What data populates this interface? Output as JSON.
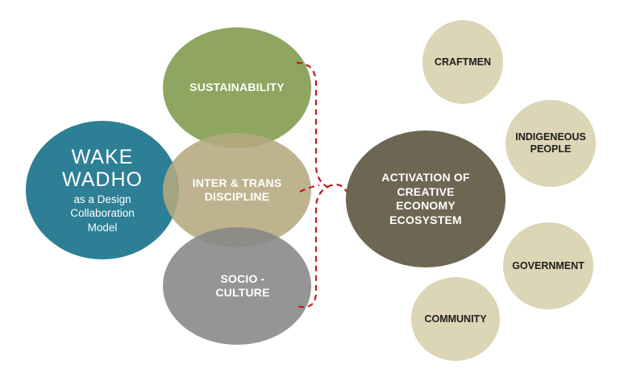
{
  "diagram": {
    "center": {
      "title": "WAKE\nWADHO",
      "subtitle": "as a Design\nCollaboration\nModel"
    },
    "pillars": [
      {
        "label": "SUSTAINABILITY",
        "color": "#7a9644"
      },
      {
        "label": "INTER & TRANS\nDISCIPLINE",
        "color": "#b4aa80"
      },
      {
        "label": "SOCIO -\nCULTURE",
        "color": "#868686"
      }
    ],
    "outcome": {
      "label": "ACTIVATION OF\nCREATIVE\nECONOMY\nECOSYSTEM",
      "color": "#6d6652"
    },
    "stakeholders": [
      {
        "label": "CRAFTMEN"
      },
      {
        "label": "INDIGENEOUS\nPEOPLE"
      },
      {
        "label": "GOVERNMENT"
      },
      {
        "label": "COMMUNITY"
      }
    ],
    "colors": {
      "center": "#2d7f95",
      "stakeholder": "#dcd5b6",
      "connector": "#c0191f"
    }
  }
}
